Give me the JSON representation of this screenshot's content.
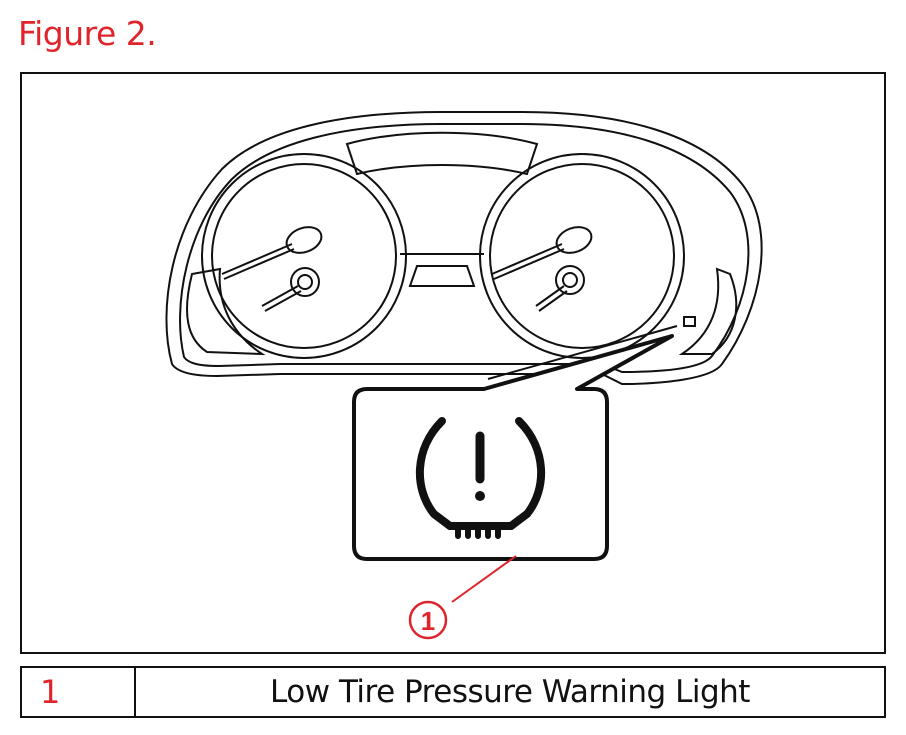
{
  "figure": {
    "title": "Figure 2.",
    "callout_number": "1",
    "accent_color": "#e0242b"
  },
  "legend": [
    {
      "number": "1",
      "label": "Low Tire Pressure Warning Light"
    }
  ],
  "icons": {
    "warning_symbol": "tpms-warning-icon"
  }
}
